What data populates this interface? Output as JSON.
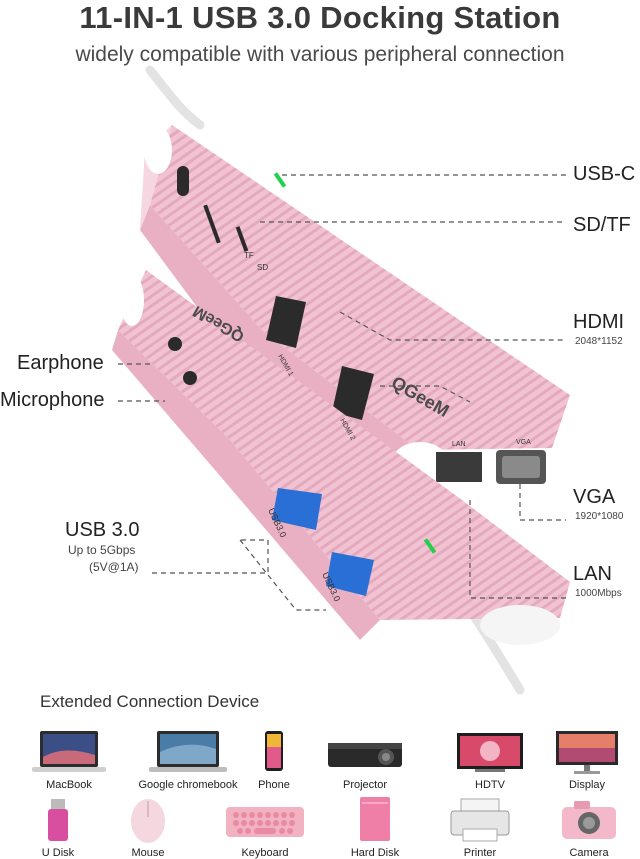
{
  "header": {
    "title": "11-IN-1 USB 3.0 Docking Station",
    "subtitle": "widely compatible with various peripheral connection"
  },
  "ports": {
    "usb_c": "USB-C",
    "sd_tf": "SD/TF",
    "hdmi": "HDMI",
    "hdmi_res": "2048*1152",
    "earphone": "Earphone",
    "microphone": "Microphone",
    "vga": "VGA",
    "vga_res": "1920*1080",
    "usb3": "USB 3.0",
    "usb3_speed": "Up to 5Gbps",
    "usb3_power": "(5V@1A)",
    "lan": "LAN",
    "lan_speed": "1000Mbps"
  },
  "device_marks": {
    "tf": "TF",
    "sd": "SD",
    "hdmi1": "HDMI 1",
    "hdmi2": "HDMI 2",
    "lan": "LAN",
    "vga": "VGA",
    "usb3_a": "USB3.0",
    "usb3_b": "USB3.0",
    "brand": "QGeeM",
    "brand_bottom": "QGeeM"
  },
  "colors": {
    "hub_pink": "#f2bfd0",
    "hub_shadow": "#d99ab0",
    "usb_blue": "#2a6fd6",
    "led_green": "#23d04a"
  },
  "extended": {
    "title": "Extended Connection Device",
    "row1": [
      {
        "label": "MacBook",
        "icon": "macbook-icon"
      },
      {
        "label": "Google chromebook",
        "icon": "chromebook-icon"
      },
      {
        "label": "Phone",
        "icon": "phone-icon"
      },
      {
        "label": "Projector",
        "icon": "projector-icon"
      },
      {
        "label": "HDTV",
        "icon": "hdtv-icon"
      },
      {
        "label": "Display",
        "icon": "display-icon"
      }
    ],
    "row2": [
      {
        "label": "U Disk",
        "icon": "usb-disk-icon"
      },
      {
        "label": "Mouse",
        "icon": "mouse-icon"
      },
      {
        "label": "Keyboard",
        "icon": "keyboard-icon"
      },
      {
        "label": "Hard Disk",
        "icon": "hard-disk-icon"
      },
      {
        "label": "Printer",
        "icon": "printer-icon"
      },
      {
        "label": "Camera",
        "icon": "camera-icon"
      }
    ]
  }
}
